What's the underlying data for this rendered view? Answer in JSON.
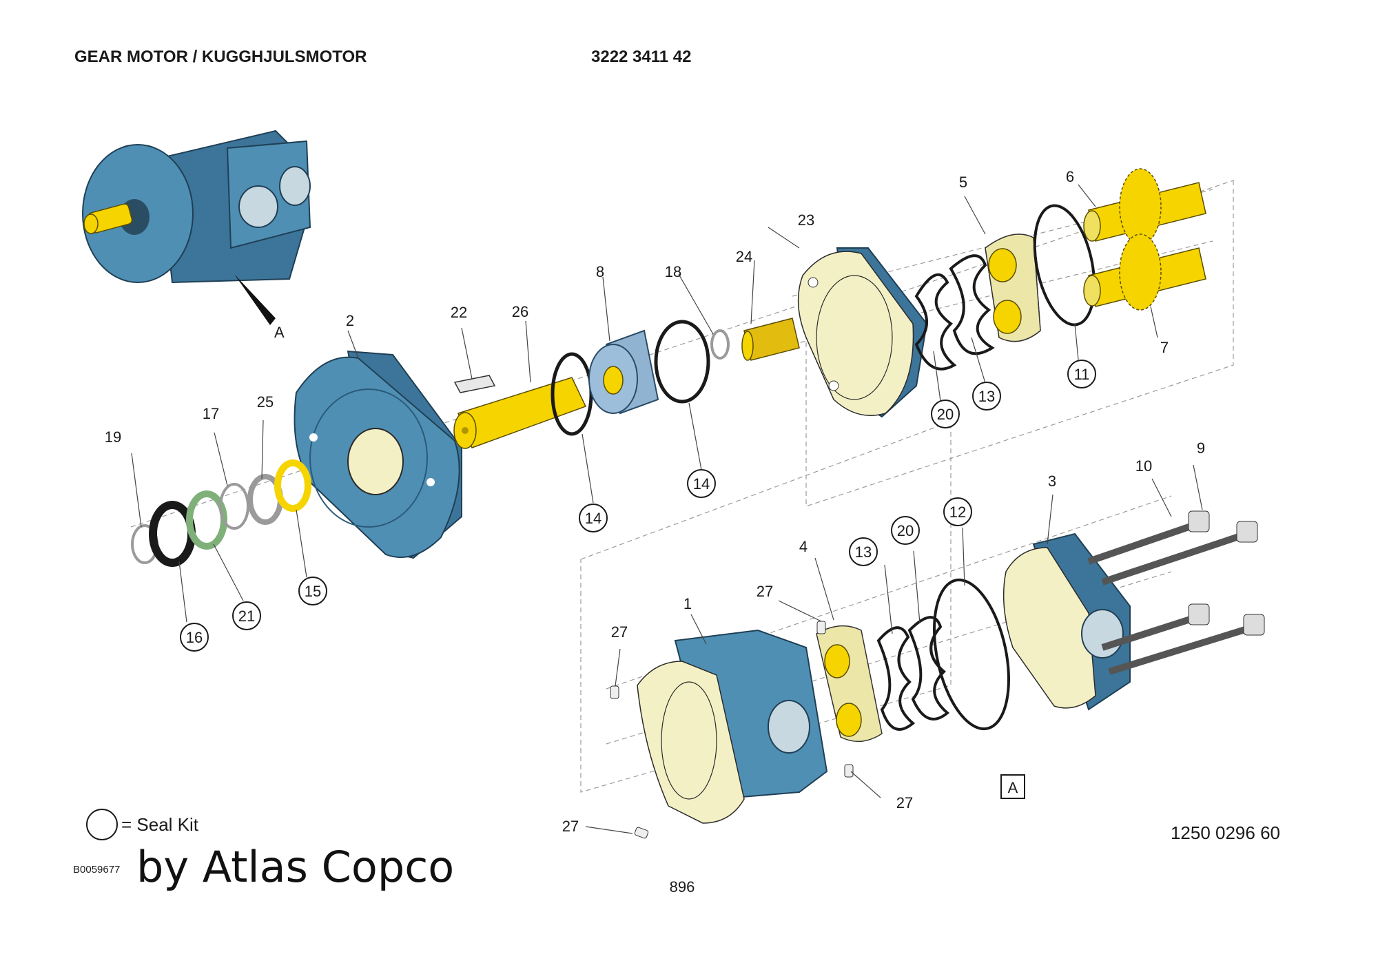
{
  "header": {
    "title": "GEAR MOTOR / KUGGHJULSMOTOR",
    "part_number": "3222 3411 42"
  },
  "legend": {
    "seal_kit_text": "= Seal Kit"
  },
  "footer": {
    "ref_code": "B0059677",
    "brand": "by Atlas Copco",
    "page_number": "896",
    "kit_number": "1250 0296 60"
  },
  "view_labels": {
    "detail_a": "A",
    "detail_a_boxed": "A"
  },
  "callouts": {
    "p1": "1",
    "p2": "2",
    "p3": "3",
    "p4": "4",
    "p5": "5",
    "p6": "6",
    "p7": "7",
    "p8": "8",
    "p9": "9",
    "p10": "10",
    "p11": "11",
    "p12": "12",
    "p13a": "13",
    "p13b": "13",
    "p14a": "14",
    "p14b": "14",
    "p15": "15",
    "p16": "16",
    "p17": "17",
    "p18": "18",
    "p19": "19",
    "p20a": "20",
    "p20b": "20",
    "p21": "21",
    "p22": "22",
    "p23": "23",
    "p24": "24",
    "p25": "25",
    "p26": "26",
    "p27a": "27",
    "p27b": "27",
    "p27c": "27",
    "p27d": "27"
  },
  "colors": {
    "housing_blue": "#4f8fb4",
    "face_cream": "#f4f0c6",
    "gear_yellow": "#f5d400",
    "seal_green": "#7fb07a"
  }
}
